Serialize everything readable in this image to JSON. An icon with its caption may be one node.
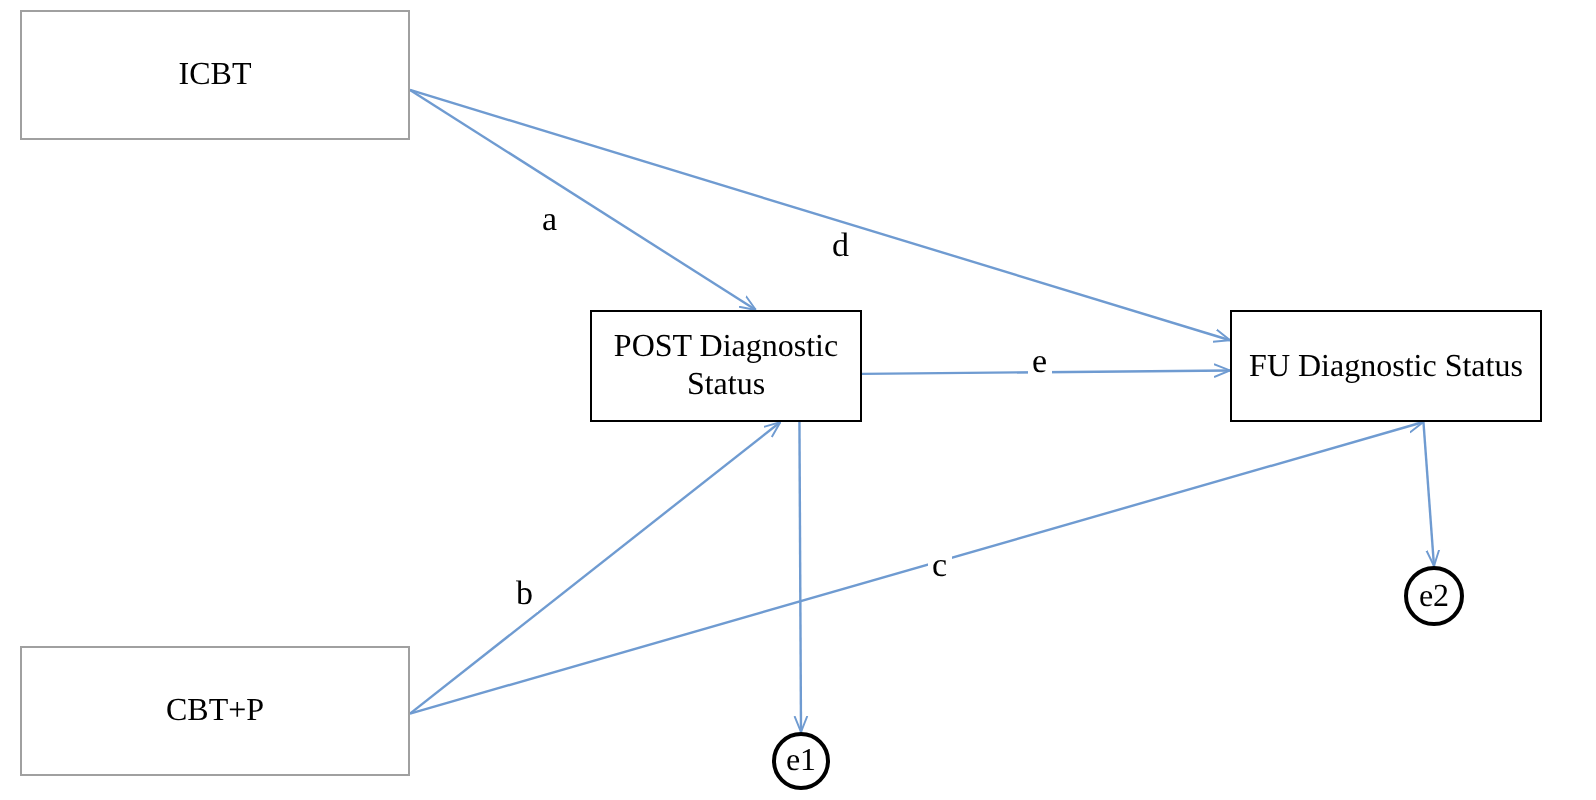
{
  "diagram": {
    "nodes": [
      {
        "text": [
          "ICBT"
        ]
      },
      {
        "text": [
          "POST Diagnostic Status"
        ]
      },
      {
        "text": [
          "FU Diagnostic Status"
        ]
      },
      {
        "text": [
          "CBT+P"
        ]
      },
      {
        "text": [
          "e1"
        ]
      },
      {
        "text": [
          "e2"
        ]
      }
    ],
    "edges": [
      {
        "from": 0,
        "to": 1,
        "arrow": "to",
        "label": "a"
      },
      {
        "from": 0,
        "to": 2,
        "arrow": "to",
        "label": "d"
      },
      {
        "from": 3,
        "to": 1,
        "arrow": "to",
        "label": "b"
      },
      {
        "from": 3,
        "to": 2,
        "arrow": "to",
        "label": "c"
      },
      {
        "from": 1,
        "to": 2,
        "arrow": "to",
        "label": "e"
      },
      {
        "from": 1,
        "to": 4,
        "arrow": "to"
      },
      {
        "from": 2,
        "to": 5,
        "arrow": "to"
      }
    ]
  }
}
